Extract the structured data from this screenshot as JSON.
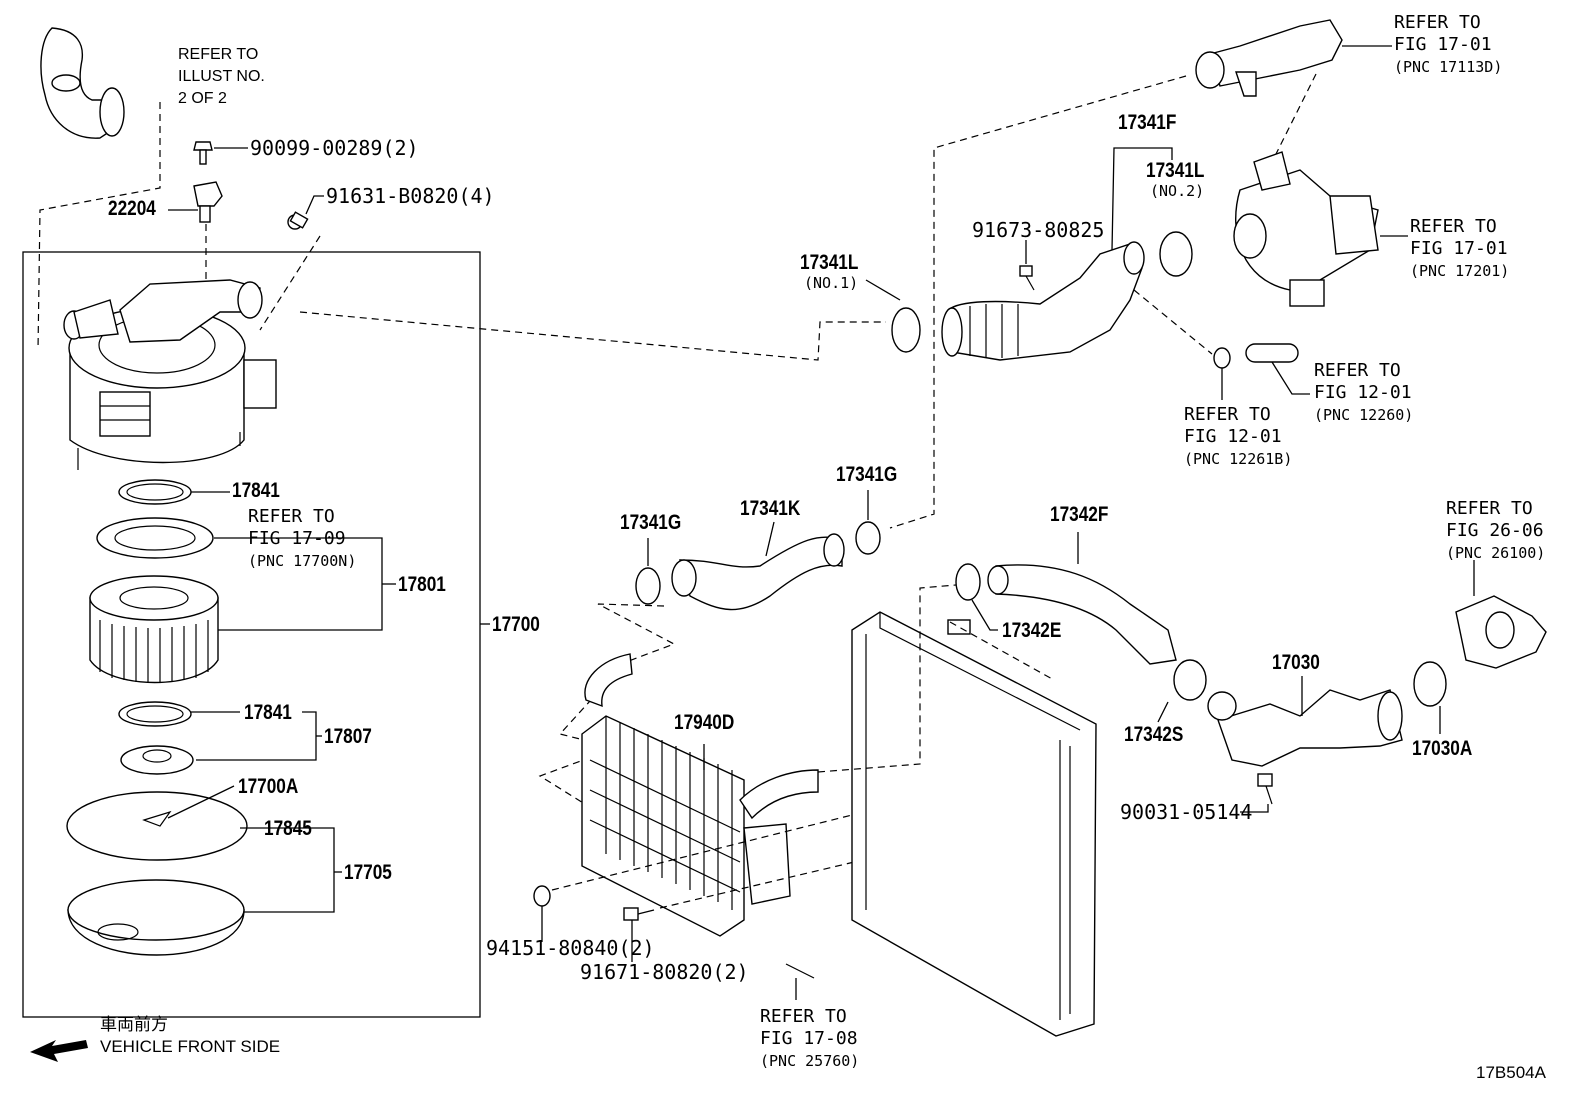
{
  "refs": {
    "illust_2of2": [
      "REFER TO",
      "ILLUST NO.",
      "2 OF 2"
    ],
    "fig17_01_a": {
      "line1": "REFER TO",
      "line2": "FIG 17-01",
      "pnc": "(PNC 17113D)"
    },
    "fig17_01_b": {
      "line1": "REFER TO",
      "line2": "FIG 17-01",
      "pnc": "(PNC 17201)"
    },
    "fig17_09": {
      "line1": "REFER TO",
      "line2": "FIG 17-09",
      "pnc": "(PNC 17700N)"
    },
    "fig12_01_a": {
      "line1": "REFER TO",
      "line2": "FIG 12-01",
      "pnc": "(PNC 12260)"
    },
    "fig12_01_b": {
      "line1": "REFER TO",
      "line2": "FIG 12-01",
      "pnc": "(PNC 12261B)"
    },
    "fig26_06": {
      "line1": "REFER TO",
      "line2": "FIG 26-06",
      "pnc": "(PNC 26100)"
    },
    "fig17_08": {
      "line1": "REFER TO",
      "line2": "FIG 17-08",
      "pnc": "(PNC 25760)"
    }
  },
  "parts": {
    "p90099": "90099-00289(2)",
    "p22204": "22204",
    "p91631": "91631-B0820(4)",
    "p17841a": "17841",
    "p17801": "17801",
    "p17700": "17700",
    "p17841b": "17841",
    "p17807": "17807",
    "p17700A": "17700A",
    "p17845": "17845",
    "p17705": "17705",
    "p17341F": "17341F",
    "p17341L2": "17341L",
    "p17341L2_sub": "(NO.2)",
    "p91673": "91673-80825",
    "p17341L1": "17341L",
    "p17341L1_sub": "(NO.1)",
    "p17341G_a": "17341G",
    "p17341G_b": "17341G",
    "p17341K": "17341K",
    "p17342F": "17342F",
    "p17342E": "17342E",
    "p17940D": "17940D",
    "p17030": "17030",
    "p17342S": "17342S",
    "p17030A": "17030A",
    "p90031": "90031-05144",
    "p94151": "94151-80840(2)",
    "p91671": "91671-80820(2)"
  },
  "direction": {
    "jp": "車両前方",
    "en": "VEHICLE FRONT SIDE",
    "arrow_icon": "left-arrow-icon"
  },
  "figure_code": "17B504A"
}
